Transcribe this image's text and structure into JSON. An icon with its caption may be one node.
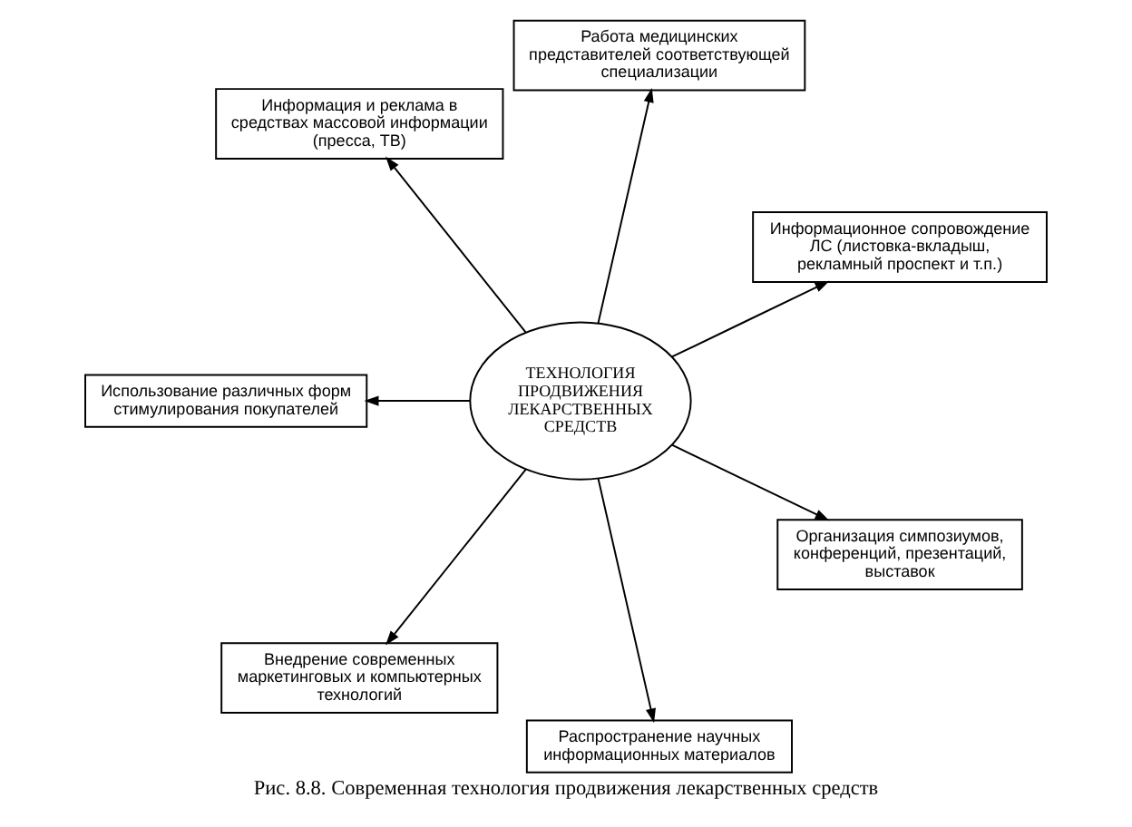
{
  "diagram": {
    "caption": "Рис. 8.8. Современная технология продвижения лекарственных средств",
    "nodes": [
      {
        "text": [
          "ТЕХНОЛОГИЯ ПРОДВИЖЕНИЯ ЛЕКАРСТВЕННЫХ СРЕДСТВ"
        ]
      },
      {
        "text": [
          "Информационное сопровождение ЛС (листовка-вкладыш, рекламный проспект и т.п.)"
        ]
      },
      {
        "text": [
          "Работа медицинских представителей соответствующей специализации"
        ]
      },
      {
        "text": [
          "Информация и реклама в средствах массовой информации (пресса, ТВ)"
        ]
      },
      {
        "text": [
          "Использование различных форм стимулирования покупателей"
        ]
      },
      {
        "text": [
          "Внедрение современных маркетинговых и компьютерных технологий"
        ]
      },
      {
        "text": [
          "Распространение научных информационных материалов"
        ]
      },
      {
        "text": [
          "Организация симпозиумов, конференций, презентаций, выставок"
        ]
      }
    ],
    "edges": [
      {
        "from": 0,
        "to": 1,
        "arrow": "to"
      },
      {
        "from": 0,
        "to": 2,
        "arrow": "to"
      },
      {
        "from": 0,
        "to": 3,
        "arrow": "to"
      },
      {
        "from": 0,
        "to": 4,
        "arrow": "to"
      },
      {
        "from": 0,
        "to": 5,
        "arrow": "to"
      },
      {
        "from": 0,
        "to": 6,
        "arrow": "to"
      },
      {
        "from": 0,
        "to": 7,
        "arrow": "to"
      }
    ]
  }
}
